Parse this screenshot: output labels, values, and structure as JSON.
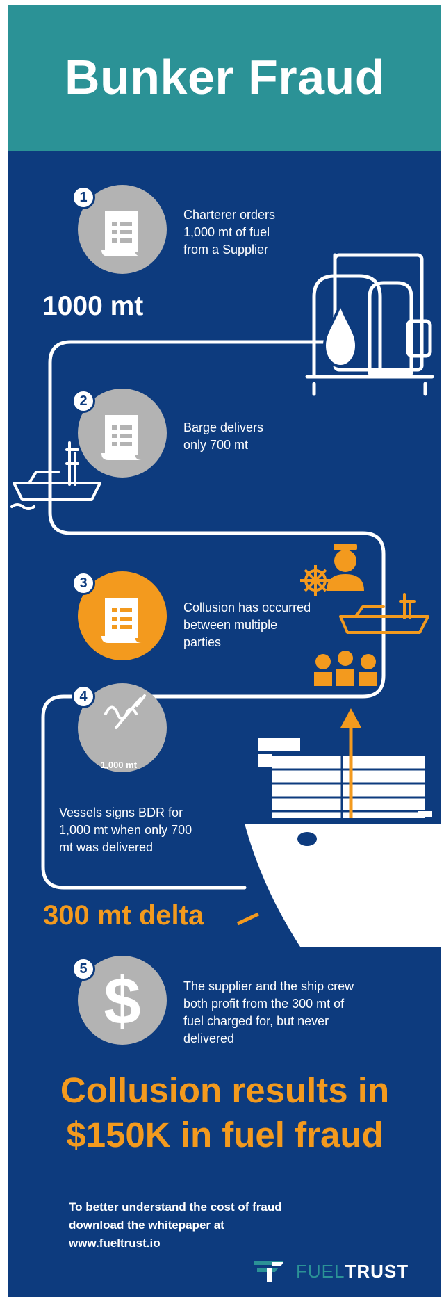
{
  "title": "Bunker Fraud",
  "steps": [
    {
      "number": "1",
      "text_lines": [
        "Charterer orders",
        "1,000 mt of fuel",
        "from a Supplier"
      ],
      "icon": "document-icon"
    },
    {
      "number": "2",
      "text_lines": [
        "Barge delivers",
        "only 700 mt"
      ],
      "icon": "document-icon"
    },
    {
      "number": "3",
      "text_lines": [
        "Collusion has occurred",
        "between multiple",
        "parties"
      ],
      "icon": "document-icon"
    },
    {
      "number": "4",
      "text_lines": [
        "Vessels signs BDR for",
        "1,000 mt when only 700",
        "mt was delivered"
      ],
      "icon": "signature-pen-icon",
      "icon_caption": "1,000 mt"
    },
    {
      "number": "5",
      "text_lines": [
        "The supplier and the ship crew",
        "both profit from the 300 mt of",
        "fuel charged for, but never",
        "delivered"
      ],
      "icon": "dollar-icon"
    }
  ],
  "labels": {
    "ordered": "1000 mt",
    "delta": "300 mt delta"
  },
  "conclusion": {
    "line1": "Collusion results in",
    "line2": "$150K in fuel fraud"
  },
  "footer": {
    "line1": "To better understand the cost of fraud",
    "line2": "download the whitepaper at",
    "line3": "www.fueltrust.io"
  },
  "brand": {
    "fuel": "FUEL",
    "trust": "TRUST",
    "icon": "fueltrust-logo-icon"
  },
  "colors": {
    "header": "#2b9296",
    "background": "#0d3b7e",
    "accent": "#f39a1e",
    "neutral_circle": "#b3b3b3",
    "text": "#ffffff"
  },
  "icons": [
    "fuel-tank-icon",
    "barge-icon",
    "captain-icon",
    "ship-wheel-icon",
    "workers-icon",
    "cargo-ship-icon",
    "arrow-up-icon"
  ]
}
